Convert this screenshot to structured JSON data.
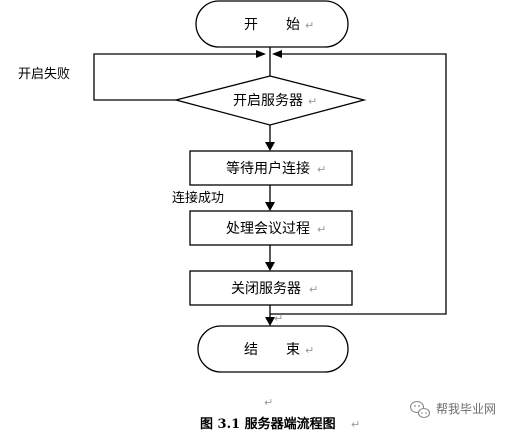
{
  "flowchart": {
    "start": "开　　始",
    "start_server": "开启服务器",
    "wait_connect": "等待用户连接",
    "process": "处理会议过程",
    "close_server": "关闭服务器",
    "end": "结　　束",
    "fail_label": "开启失败",
    "success_label": "连接成功"
  },
  "paragraph_mark": "↵",
  "caption": "图 3.1  服务器端流程图",
  "watermark": "帮我毕业网"
}
